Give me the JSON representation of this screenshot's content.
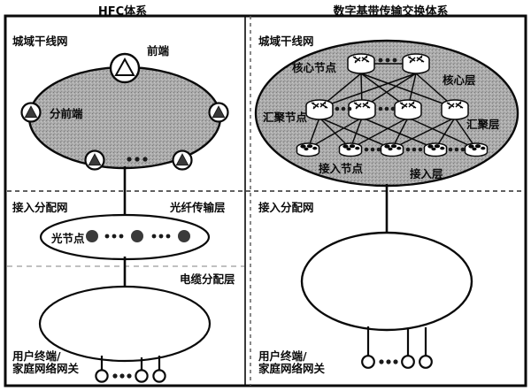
{
  "titles": {
    "left": "HFC体系",
    "right": "数字基带传输交换体系"
  },
  "left_panel": {
    "tier1_label": "城域干线网",
    "headend_label": "前端",
    "sub_headend_label": "分前端",
    "ellipsis": "• • •",
    "tier2_label": "接入分配网",
    "fiber_layer_label": "光纤传输层",
    "optical_node_label": "光节点",
    "cable_layer_label": "电缆分配层",
    "terminal_label": "用户终端/\n家庭网络网关",
    "optical_nodes_count": 3,
    "terminals_count": 3,
    "sub_headend_count": 4
  },
  "right_panel": {
    "tier1_label": "城域干线网",
    "core_node_label": "核心节点",
    "core_layer_label": "核心层",
    "agg_node_label": "汇聚节点",
    "agg_layer_label": "汇聚层",
    "access_node_label": "接入节点",
    "access_layer_label": "接入层",
    "tier2_label": "接入分配网",
    "terminal_label": "用户终端/\n家庭网络网关",
    "core_count": 2,
    "agg_count": 4,
    "access_count": 5,
    "terminals_count": 3,
    "ellipsis": "• • •"
  },
  "colors": {
    "ink": "#0a0a0a",
    "cloud_fill": "#a8a8a8",
    "divider": "#6d6d6d",
    "node_fill": "#2b2b2b"
  }
}
